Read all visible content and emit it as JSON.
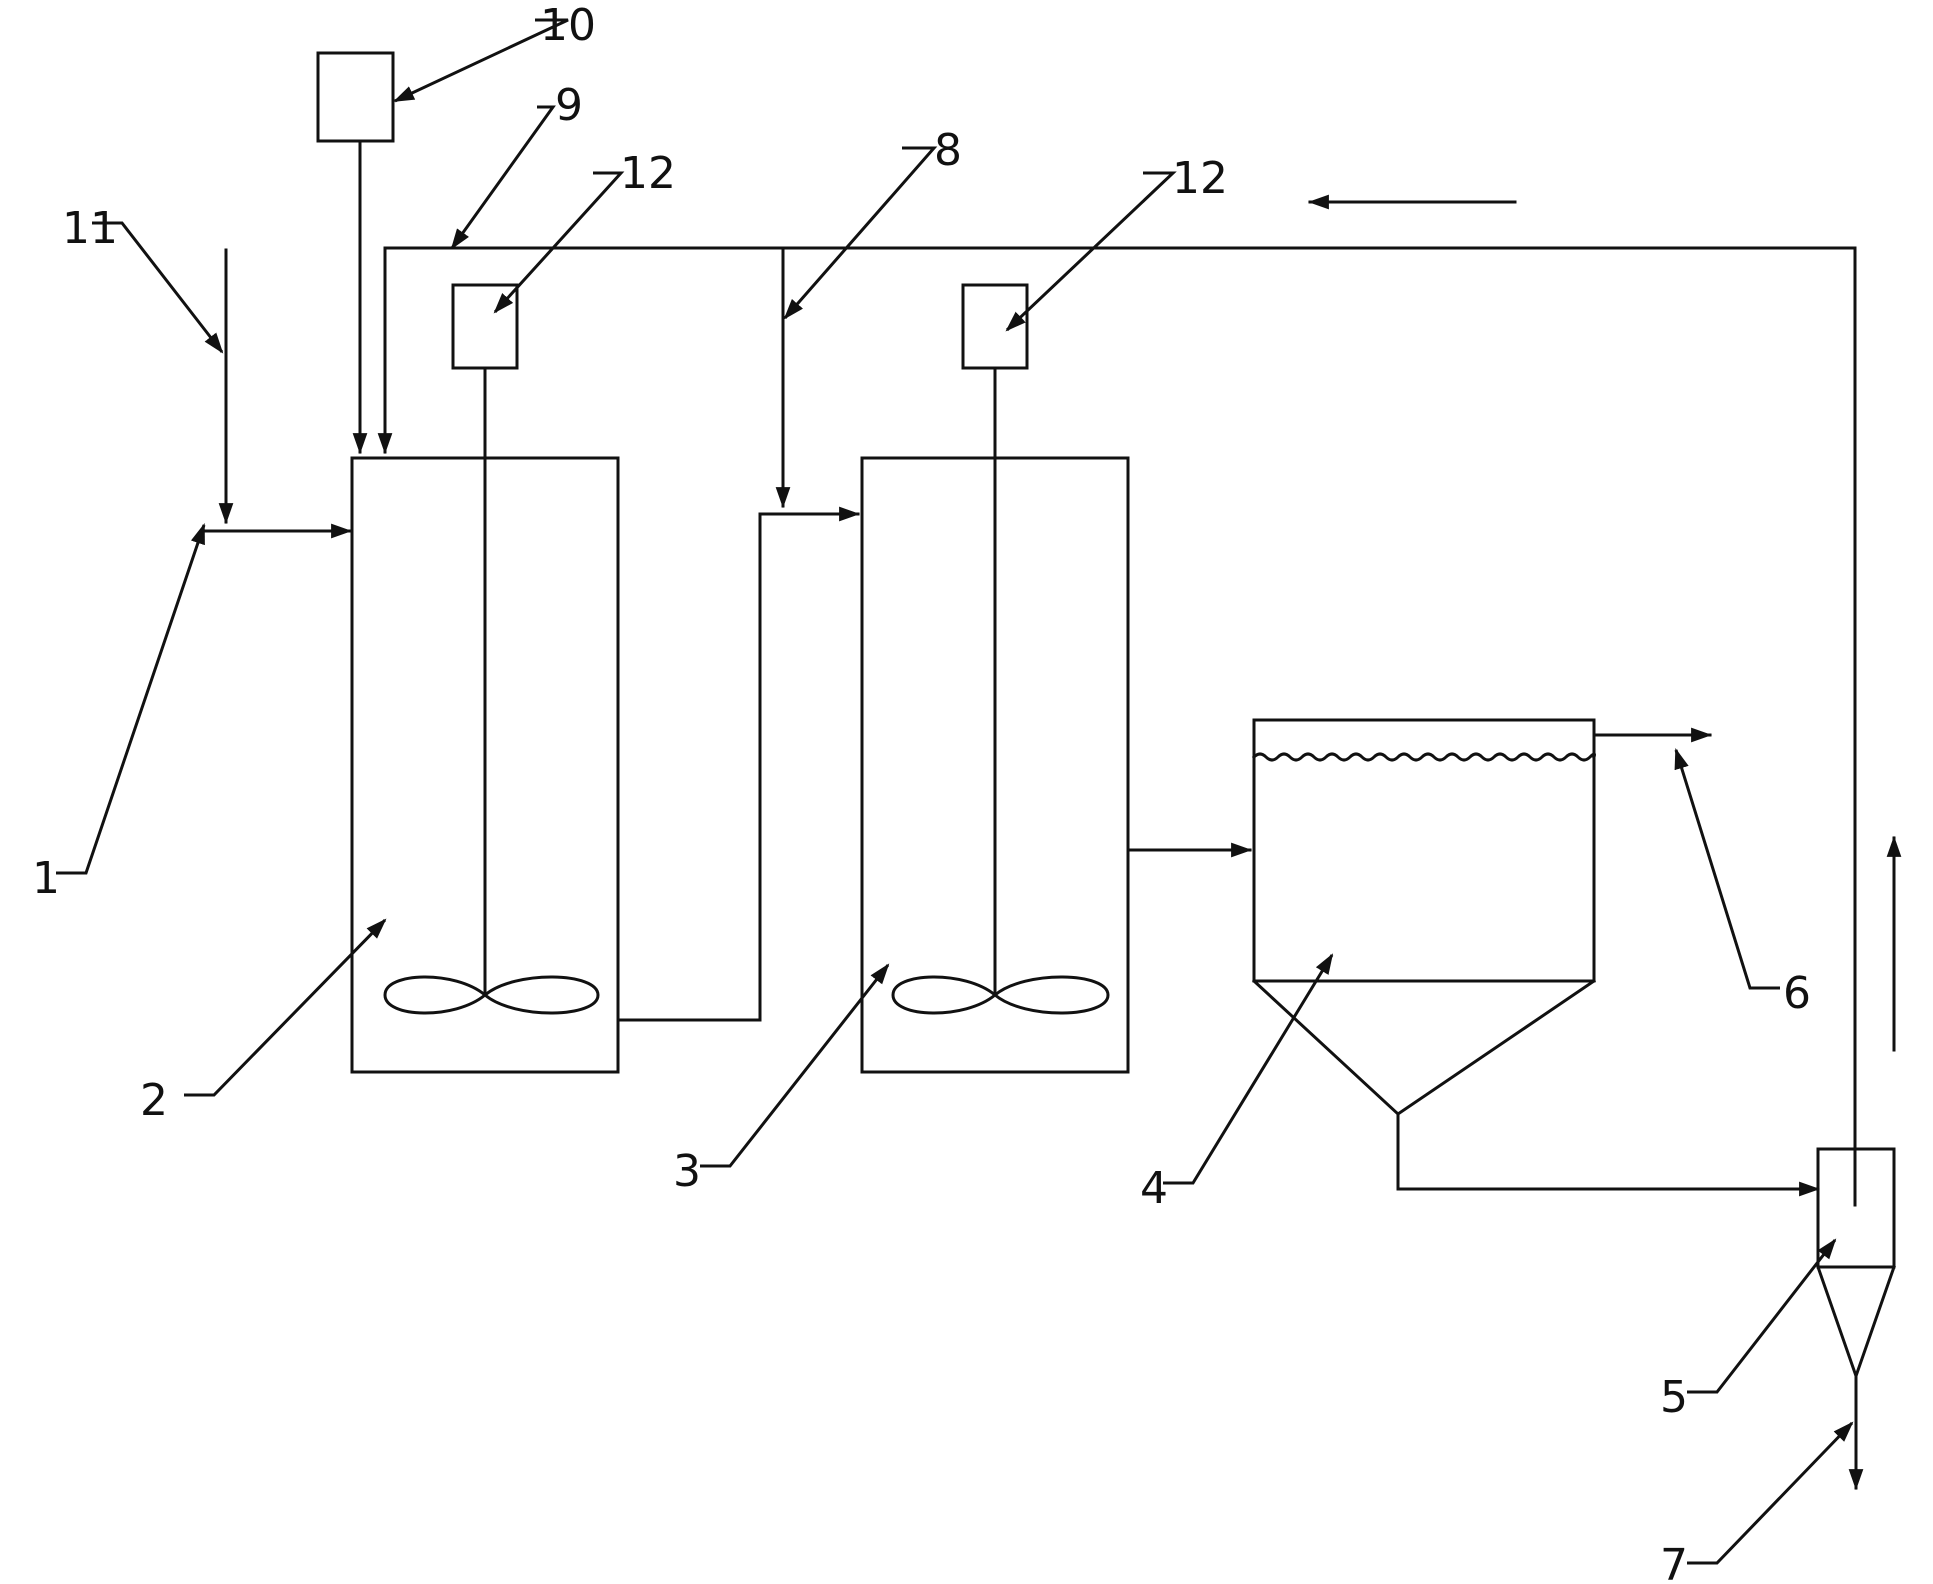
{
  "labels": {
    "feed_pipe": "1",
    "first_reactor": "2",
    "second_reactor": "3",
    "settler": "4",
    "hydrocyclone": "5",
    "overflow_outlet": "6",
    "underflow_outlet": "7",
    "second_branch": "8",
    "recycle_line": "9",
    "dosing_tank": "10",
    "additive_inlet": "11",
    "motor_first": "12",
    "motor_second": "12"
  }
}
